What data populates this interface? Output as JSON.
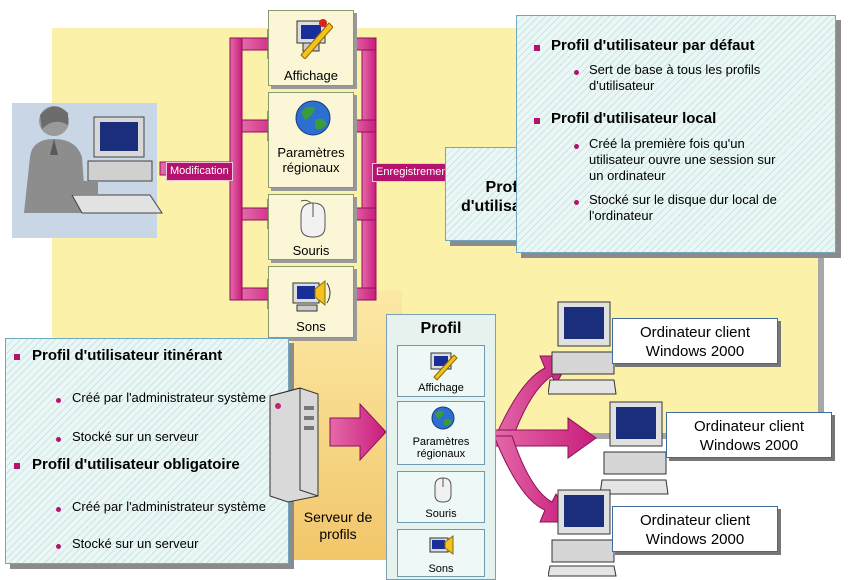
{
  "tiles": [
    {
      "label": "Affichage",
      "icon": "monitor-ruler-icon"
    },
    {
      "label": "Paramètres régionaux",
      "icon": "globe-icon"
    },
    {
      "label": "Souris",
      "icon": "mouse-icon"
    },
    {
      "label": "Sons",
      "icon": "speaker-computer-icon"
    }
  ],
  "tags": {
    "modification": "Modification",
    "enregistrement": "Enregistrement"
  },
  "profil_box": {
    "line1": "Profil",
    "line2": "d'utilisateur"
  },
  "top_info": {
    "h1": "Profil d'utilisateur par défaut",
    "h1_items": [
      "Sert de base à tous les profils d'utilisateur"
    ],
    "h2": "Profil d'utilisateur local",
    "h2_items": [
      "Créé la première fois qu'un utilisateur ouvre une session sur un ordinateur",
      "Stocké sur le disque dur local de l'ordinateur"
    ]
  },
  "bottom_info": {
    "h1": "Profil d'utilisateur itinérant",
    "h1_items": [
      "Créé par l'administrateur système",
      "Stocké sur un serveur"
    ],
    "h2": "Profil d'utilisateur obligatoire",
    "h2_items": [
      "Créé par l'administrateur système",
      "Stocké sur un serveur"
    ]
  },
  "profile_column": {
    "title": "Profil",
    "items": [
      "Affichage",
      "Paramètres régionaux",
      "Souris",
      "Sons"
    ]
  },
  "server_label": "Serveur de profils",
  "clients": [
    "Ordinateur client Windows 2000",
    "Ordinateur client Windows 2000",
    "Ordinateur client Windows 2000"
  ],
  "colors": {
    "accent": "#b4126e",
    "arrow": "#d4318e",
    "background": "#fcf1a8"
  }
}
